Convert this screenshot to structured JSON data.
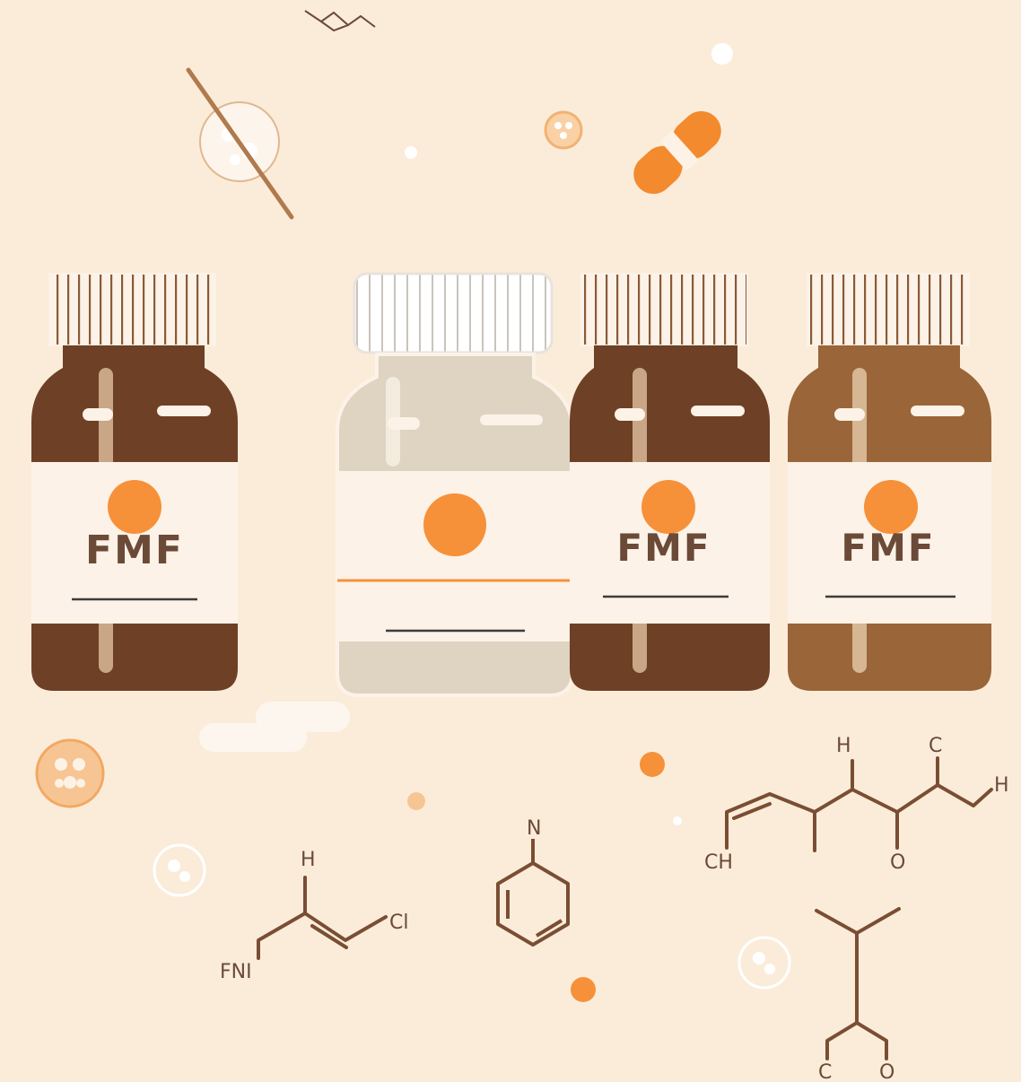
{
  "colors": {
    "background": "#fbecda",
    "bottle_dark": "#6e4025",
    "bottle_medium": "#9a6538",
    "bottle_clear": "#dfd3c1",
    "label": "#fcf2e7",
    "accent_orange": "#f6913a",
    "line_brown": "#8a5a37",
    "label_text": "#6b4a37"
  },
  "bottles": [
    {
      "label": "FMF"
    },
    {
      "label": ""
    },
    {
      "label": "FMF"
    },
    {
      "label": "FMF"
    }
  ],
  "molecules": {
    "left": {
      "top": "H",
      "right": "Cl",
      "left": "FNI"
    },
    "ring": {
      "top": "N"
    },
    "chain": {
      "h1": "H",
      "c1": "C",
      "h2": "H",
      "ch": "CH",
      "o": "O"
    },
    "branch": {
      "c": "C",
      "o": "O"
    }
  }
}
